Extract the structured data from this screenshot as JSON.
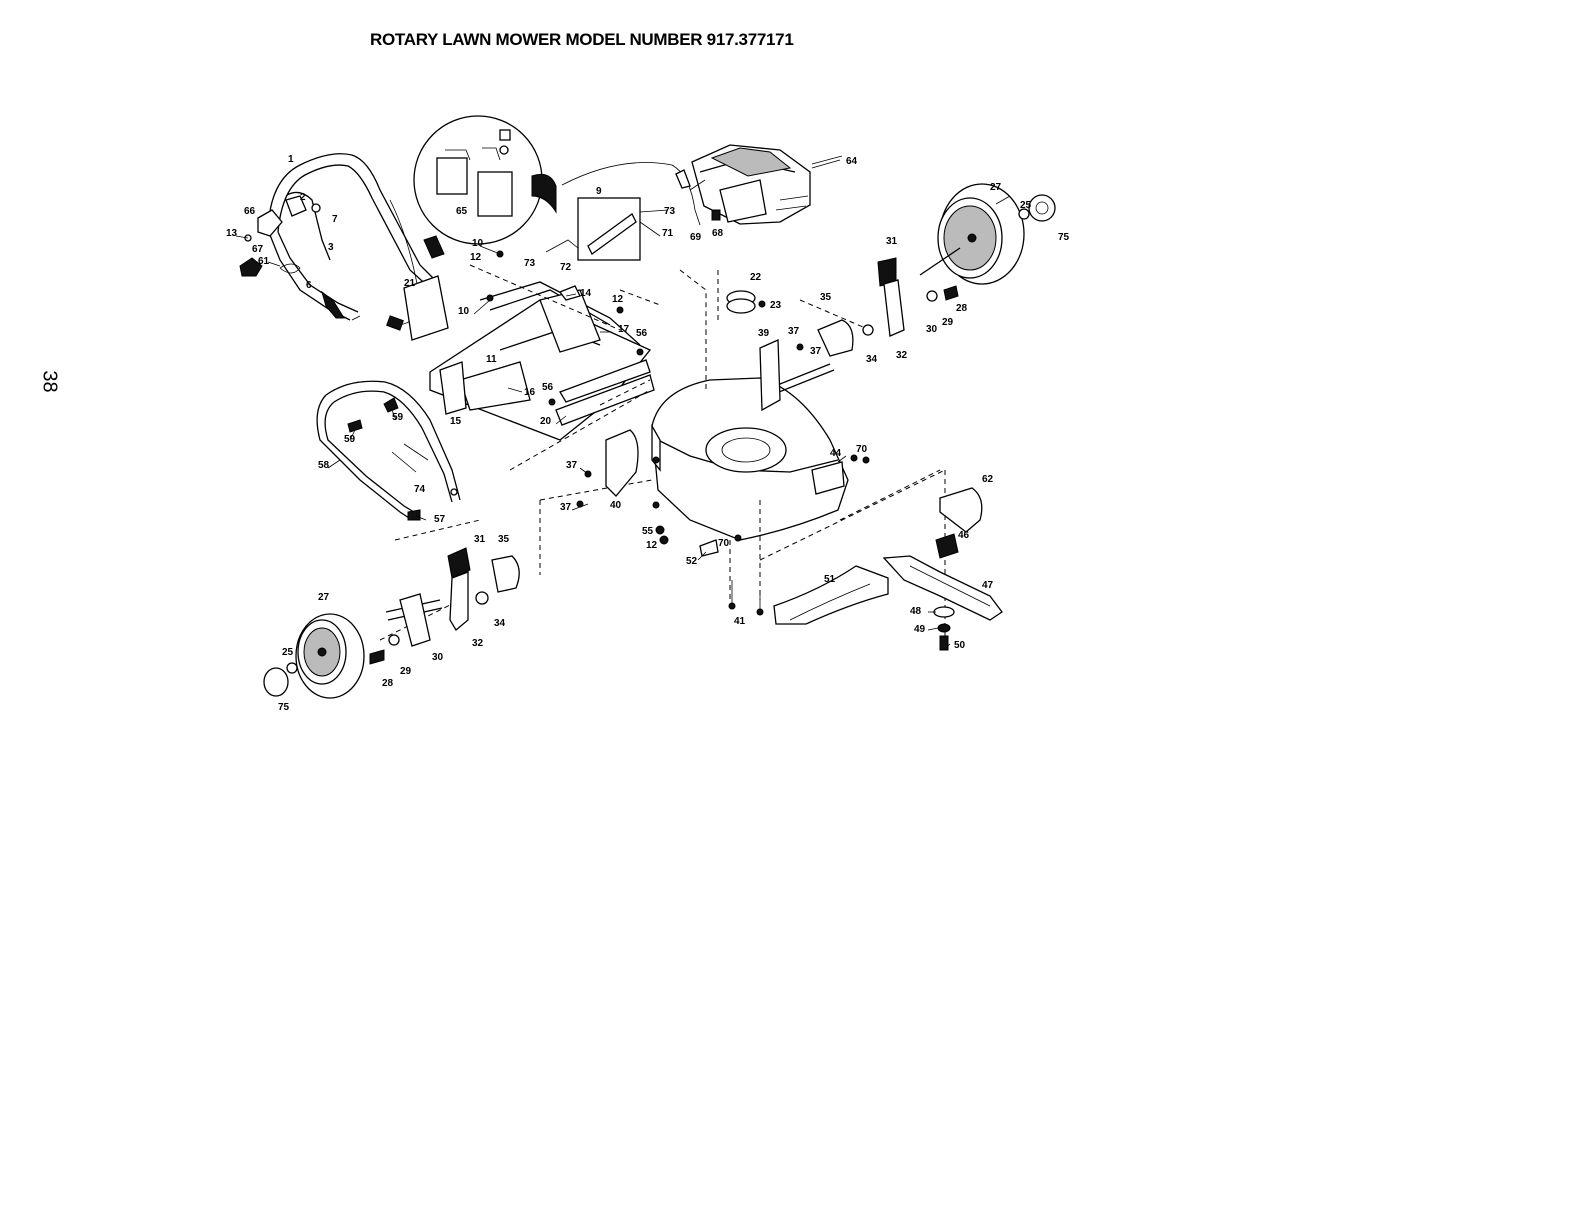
{
  "page": {
    "title": "ROTARY LAWN MOWER MODEL NUMBER 917.377171",
    "page_number": "38"
  },
  "callouts": [
    "1",
    "2",
    "3",
    "6",
    "7",
    "9",
    "10",
    "10",
    "11",
    "12",
    "12",
    "12",
    "13",
    "14",
    "15",
    "16",
    "17",
    "20",
    "21",
    "22",
    "23",
    "25",
    "25",
    "27",
    "27",
    "28",
    "28",
    "29",
    "29",
    "30",
    "30",
    "31",
    "31",
    "32",
    "32",
    "34",
    "34",
    "35",
    "35",
    "37",
    "37",
    "37",
    "37",
    "39",
    "40",
    "41",
    "44",
    "46",
    "47",
    "48",
    "49",
    "50",
    "51",
    "52",
    "55",
    "56",
    "56",
    "57",
    "58",
    "59",
    "59",
    "61",
    "62",
    "64",
    "65",
    "66",
    "67",
    "68",
    "69",
    "70",
    "70",
    "71",
    "72",
    "73",
    "73",
    "74",
    "75",
    "75"
  ]
}
